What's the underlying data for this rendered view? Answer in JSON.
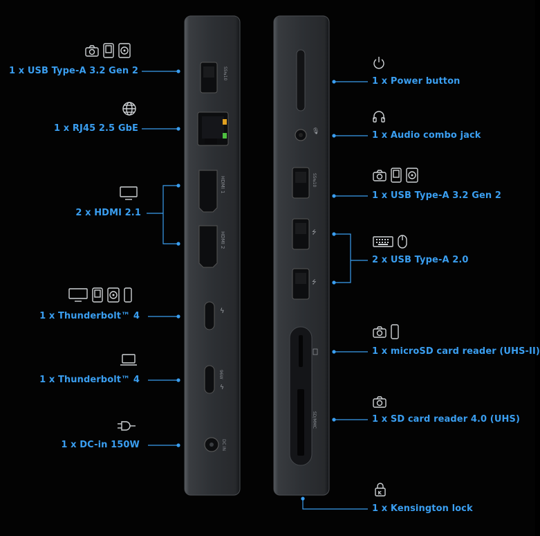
{
  "colors": {
    "accent": "#3a9ef0",
    "device": "#2f3236",
    "background": "#030303"
  },
  "left_ports": [
    {
      "label": "1 x USB Type-A 3.2 Gen 2",
      "icons": [
        "camera-icon",
        "phone-icon",
        "drive-icon"
      ],
      "port_marking": "SS⇆10"
    },
    {
      "label": "1 x RJ45 2.5 GbE",
      "icons": [
        "globe-icon"
      ]
    },
    {
      "label": "2 x HDMI 2.1",
      "icons": [
        "monitor-icon"
      ],
      "port_markings": [
        "HDMI 1",
        "HDMI 2"
      ]
    },
    {
      "label": "1 x Thunderbolt™ 4",
      "icons": [
        "monitor-icon",
        "phone-icon",
        "drive-icon",
        "smartphone-icon"
      ]
    },
    {
      "label": "1 x Thunderbolt™ 4",
      "icons": [
        "laptop-icon"
      ],
      "port_marking": "96W"
    },
    {
      "label": "1 x DC-in 150W",
      "icons": [
        "power-plug-icon"
      ],
      "port_marking": "DC IN"
    }
  ],
  "right_ports": [
    {
      "label": "1 x Power button",
      "icons": [
        "power-icon"
      ]
    },
    {
      "label": "1 x Audio combo jack",
      "icons": [
        "headphones-icon"
      ]
    },
    {
      "label": "1 x USB Type-A 3.2 Gen 2",
      "icons": [
        "camera-icon",
        "phone-icon",
        "drive-icon"
      ],
      "port_marking": "SS⇆10"
    },
    {
      "label": "2 x USB Type-A 2.0",
      "icons": [
        "keyboard-icon",
        "mouse-icon"
      ]
    },
    {
      "label": "1 x microSD card reader (UHS-II)",
      "icons": [
        "camera-icon",
        "smartphone-icon"
      ]
    },
    {
      "label": "1 x SD card reader 4.0 (UHS)",
      "icons": [
        "camera-icon"
      ],
      "port_marking": "SD/MMC"
    },
    {
      "label": "1 x Kensington lock",
      "icons": [
        "lock-icon"
      ]
    }
  ]
}
